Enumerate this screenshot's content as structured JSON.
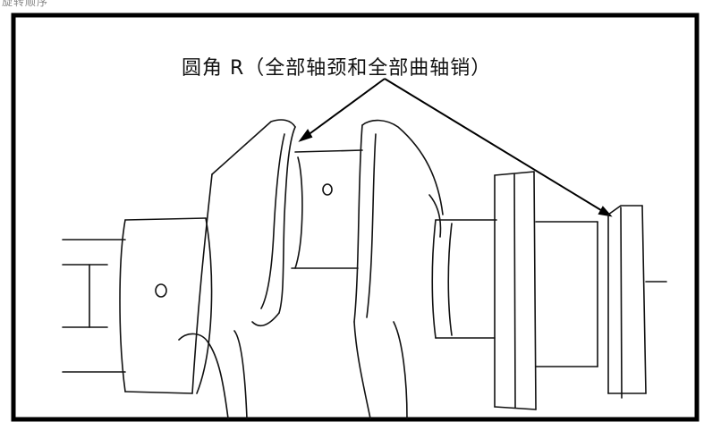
{
  "caption": {
    "top_fragment": "旋转顺序",
    "callout_label": "圆角 R（全部轴颈和全部曲轴销）"
  },
  "diagram": {
    "subject": "crankshaft",
    "markers": [
      "oil-hole",
      "oil-hole"
    ]
  }
}
